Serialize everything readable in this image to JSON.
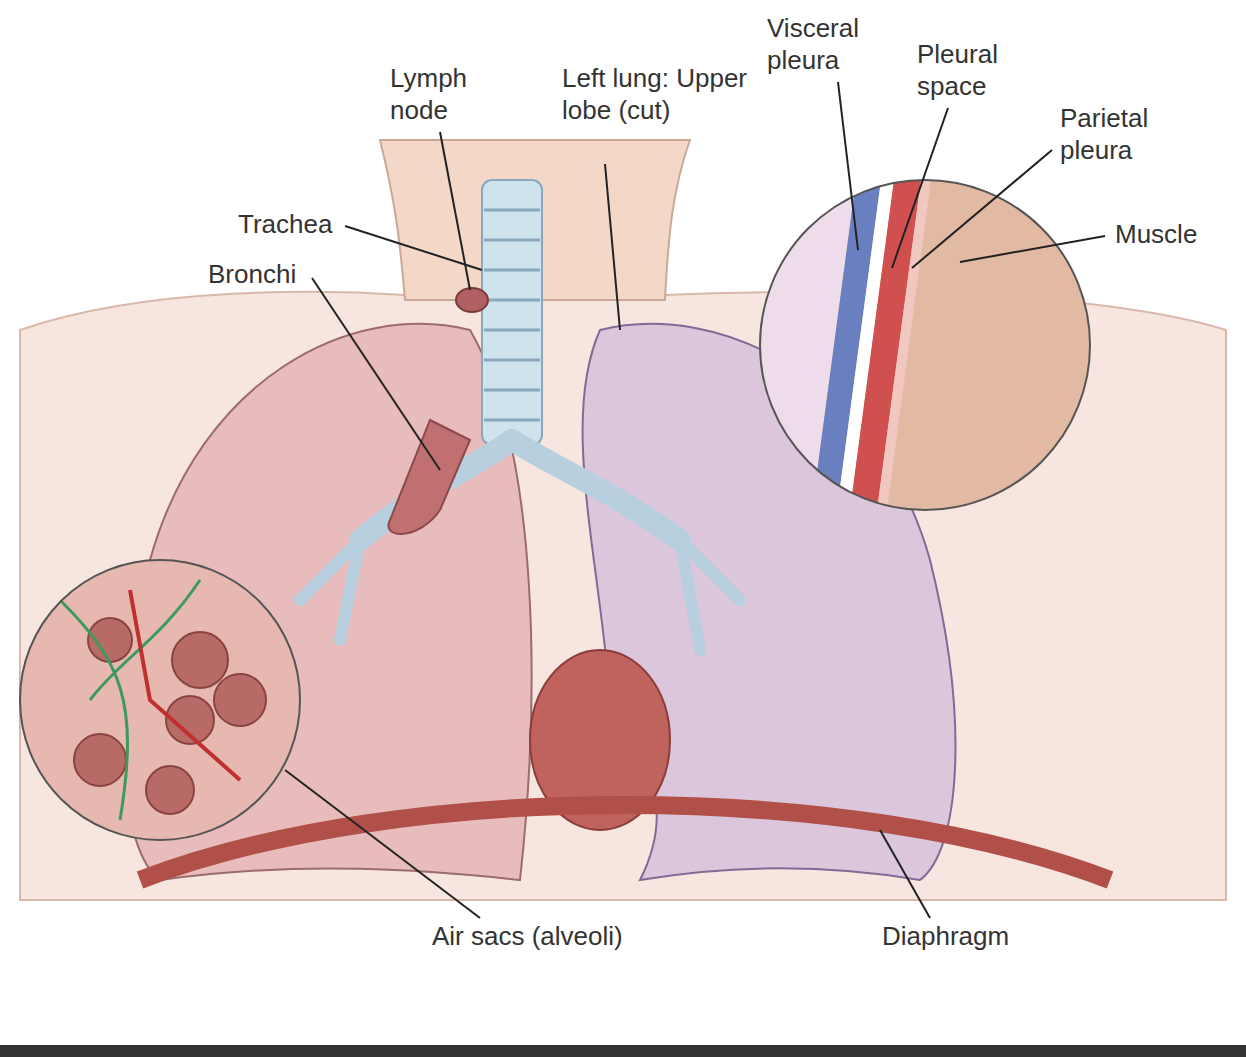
{
  "diagram": {
    "labels": [
      "Lymph node",
      "Left lung: Upper lobe (cut)",
      "Visceral pleura",
      "Pleural space",
      "Parietal pleura",
      "Muscle",
      "Trachea",
      "Bronchi",
      "Air sacs (alveoli)",
      "Diaphragm"
    ]
  }
}
